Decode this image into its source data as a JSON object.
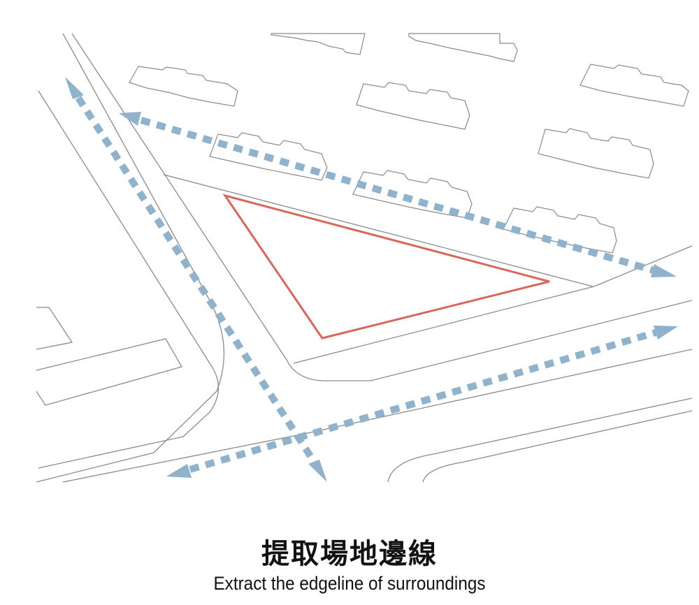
{
  "caption": {
    "title_zh": "提取場地邊線",
    "title_en": "Extract the edgeline of surroundings"
  },
  "colors": {
    "site_outline": "#d9675a",
    "flow_arrow": "#8fb3cc",
    "linework": "#8a8a8a",
    "text": "#111111",
    "background": "#ffffff"
  },
  "legend_icons": {
    "site": "triangle-outline",
    "flow": "dashed-arrow"
  }
}
